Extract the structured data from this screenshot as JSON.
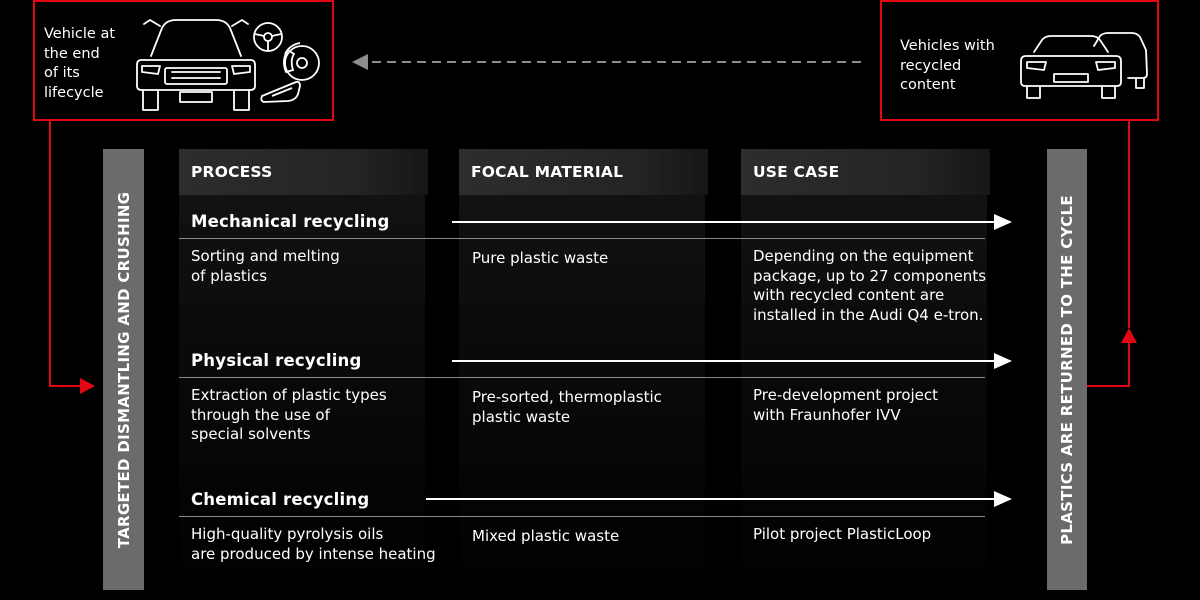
{
  "boxes": {
    "eol": {
      "label_lines": [
        "Vehicle at",
        "the end",
        "of its",
        "lifecycle"
      ]
    },
    "recycled": {
      "label_lines": [
        "Vehicles with",
        "recycled",
        "content"
      ]
    }
  },
  "left_bar_label": "TARGETED DISMANTLING AND CRUSHING",
  "right_bar_label": "PLASTICS ARE RETURNED TO THE CYCLE",
  "columns": {
    "process": "PROCESS",
    "focal_material": "FOCAL MATERIAL",
    "use_case": "USE CASE"
  },
  "rows": [
    {
      "title": "Mechanical recycling",
      "process_lines": [
        "Sorting and melting",
        "of plastics"
      ],
      "material_lines": [
        "Pure plastic waste"
      ],
      "use_case_lines": [
        "Depending on the equipment",
        "package, up to 27 components",
        "with recycled content are",
        "installed in the Audi Q4 e-tron."
      ]
    },
    {
      "title": "Physical recycling",
      "process_lines": [
        "Extraction of plastic types",
        "through the use of",
        "special solvents"
      ],
      "material_lines": [
        "Pre-sorted, thermoplastic",
        "plastic waste"
      ],
      "use_case_lines": [
        "Pre-development project",
        "with Fraunhofer IVV"
      ]
    },
    {
      "title": "Chemical recycling",
      "process_lines": [
        "High-quality pyrolysis oils",
        "are produced by intense heating"
      ],
      "material_lines": [
        "Mixed plastic waste"
      ],
      "use_case_lines": [
        "Pilot project PlasticLoop"
      ]
    }
  ],
  "icons": {
    "eol_car": "car-front-icon",
    "steering_wheel": "steering-wheel-icon",
    "brake_disc": "brake-disc-icon",
    "headlight": "headlight-icon",
    "recycled_cars": "cars-front-icon"
  },
  "colors": {
    "accent_red": "#e30613",
    "bar_grey": "#6b6b6b",
    "dashed_arrow": "#8c8c8c"
  }
}
